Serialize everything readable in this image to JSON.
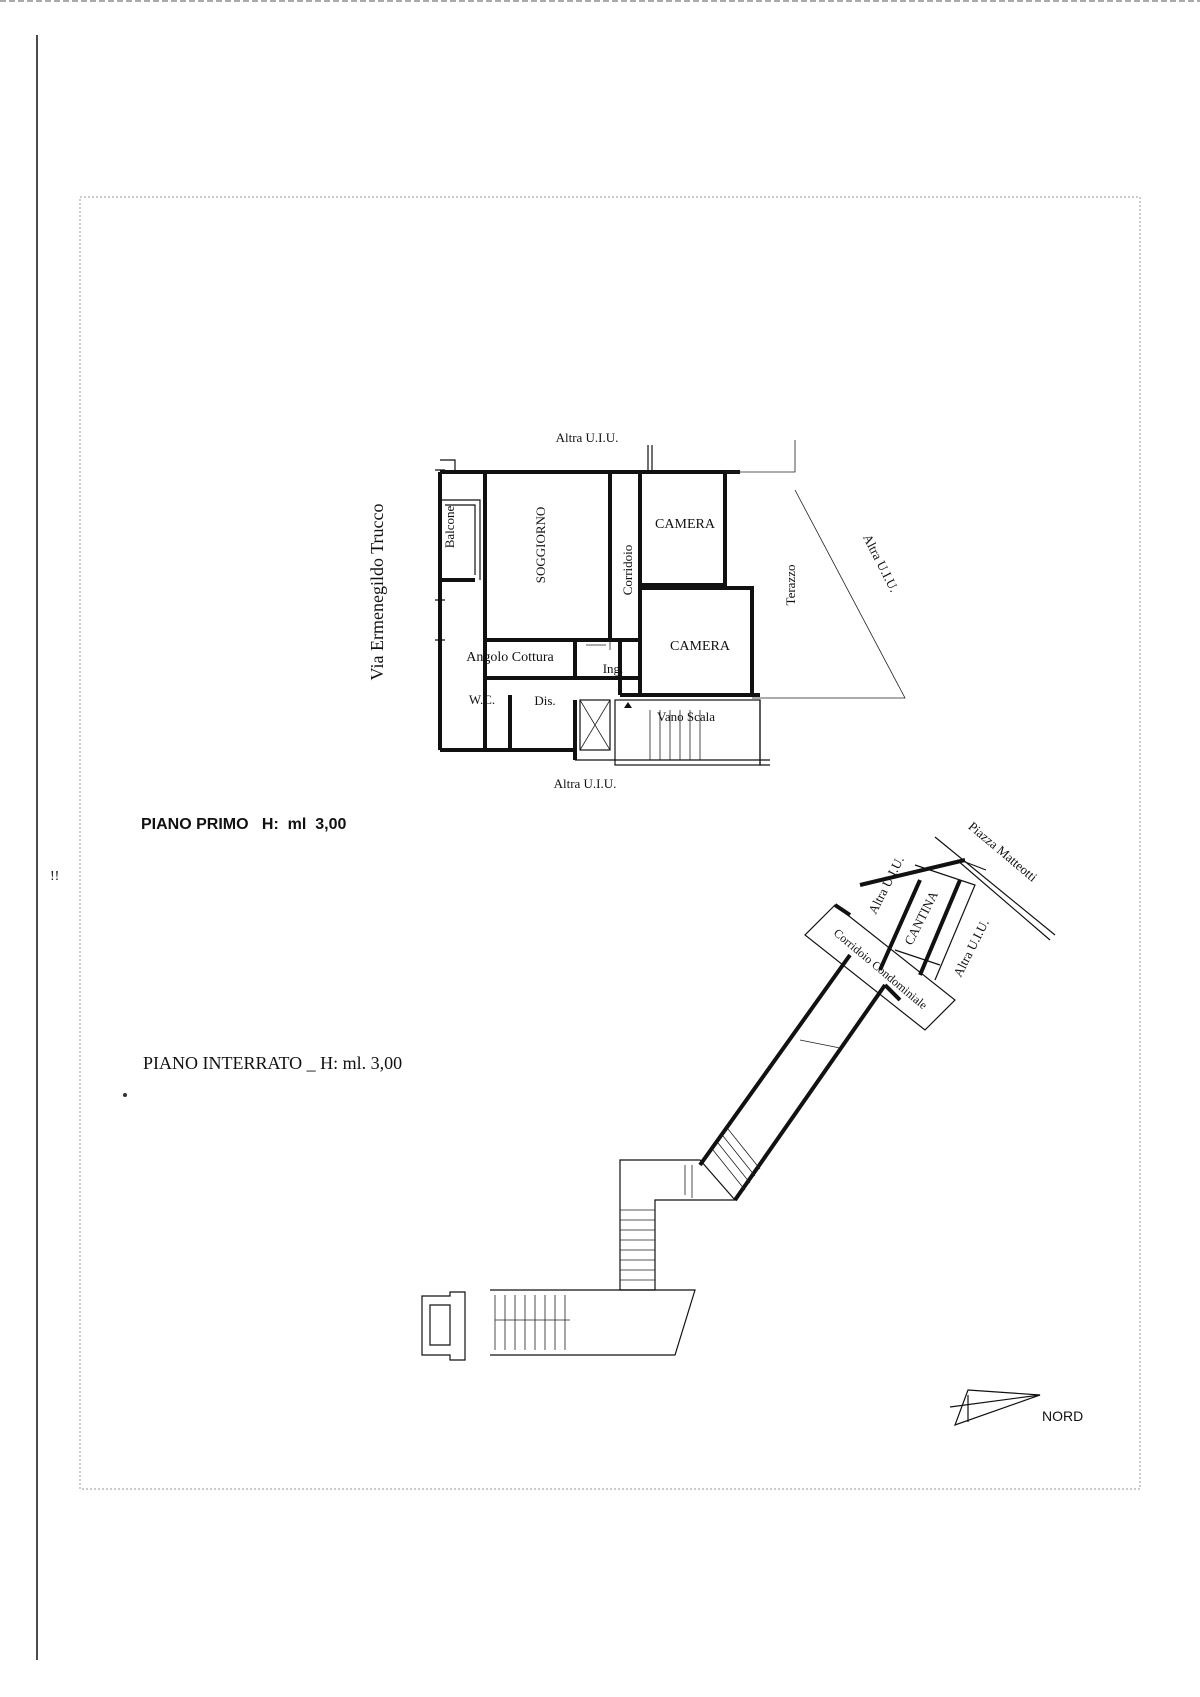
{
  "first_floor": {
    "title": "PIANO PRIMO   H:  ml  3,00",
    "street": "Via Ermenegildo Trucco",
    "other_unit_top": "Altra U.I.U.",
    "other_unit_bottom": "Altra U.I.U.",
    "other_unit_right": "Altra U.I.U.",
    "rooms": {
      "balcone": "Balcone",
      "soggiorno": "SOGGIORNO",
      "corridoio": "Corridoio",
      "camera_1": "CAMERA",
      "camera_2": "CAMERA",
      "terazzo": "Terazzo",
      "angolo_cottura": "Angolo Cottura",
      "ingresso": "Ing.",
      "wc": "W.C.",
      "disimpegno": "Dis.",
      "vano_scala": "Vano Scala"
    }
  },
  "basement": {
    "title": "PIANO INTERRATO _ H: ml. 3,00",
    "square": "Piazza Matteotti",
    "other_unit_1": "Altra U.I.U.",
    "other_unit_2": "Altra U.I.U.",
    "cantina": "CANTINA",
    "corridor": "Corridoio Condominiale"
  },
  "north_label": "NORD",
  "margin_mark": "!!"
}
